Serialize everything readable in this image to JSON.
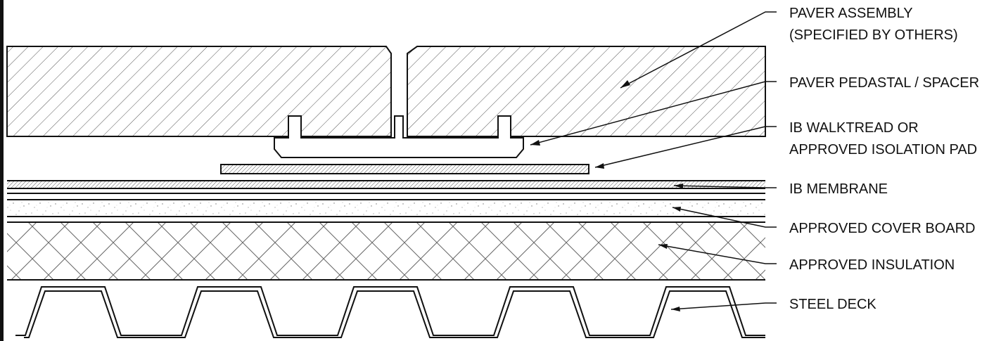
{
  "labels": {
    "paver_assembly_line1": "PAVER ASSEMBLY",
    "paver_assembly_line2": "(SPECIFIED BY OTHERS)",
    "paver_pedestal": "PAVER PEDASTAL / SPACER",
    "walktread_line1": "IB WALKTREAD OR",
    "walktread_line2": "APPROVED ISOLATION PAD",
    "membrane": "IB MEMBRANE",
    "cover_board": "APPROVED COVER BOARD",
    "insulation": "APPROVED INSULATION",
    "steel_deck": "STEEL DECK"
  },
  "colors": {
    "line": "#111111",
    "hatch": "#555555",
    "background": "#ffffff"
  }
}
